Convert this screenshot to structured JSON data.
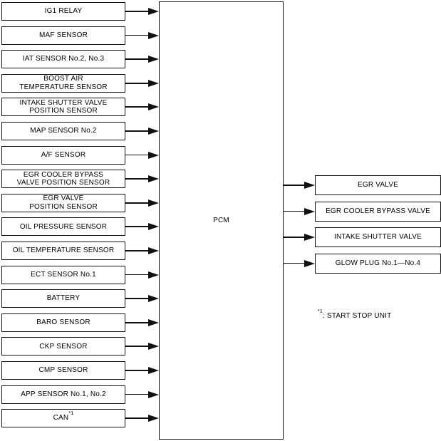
{
  "diagram": {
    "pcm_label": "PCM",
    "inputs": [
      {
        "label": "IG1 RELAY"
      },
      {
        "label": "MAF SENSOR"
      },
      {
        "label": "IAT SENSOR No.2, No.3"
      },
      {
        "label": "BOOST AIR\nTEMPERATURE SENSOR"
      },
      {
        "label": "INTAKE SHUTTER VALVE\nPOSITION SENSOR"
      },
      {
        "label": "MAP SENSOR No.2"
      },
      {
        "label": "A/F SENSOR"
      },
      {
        "label": "EGR COOLER BYPASS\nVALVE POSITION SENSOR"
      },
      {
        "label": "EGR VALVE\nPOSITION SENSOR"
      },
      {
        "label": "OIL PRESSURE SENSOR"
      },
      {
        "label": "OIL TEMPERATURE SENSOR"
      },
      {
        "label": "ECT SENSOR No.1"
      },
      {
        "label": "BATTERY"
      },
      {
        "label": "BARO SENSOR"
      },
      {
        "label": "CKP SENSOR"
      },
      {
        "label": "CMP SENSOR"
      },
      {
        "label": "APP SENSOR No.1, No.2"
      },
      {
        "label": "CAN",
        "sup": "*1"
      }
    ],
    "outputs": [
      {
        "label": "EGR VALVE"
      },
      {
        "label": "EGR COOLER BYPASS VALVE"
      },
      {
        "label": "INTAKE SHUTTER VALVE"
      },
      {
        "label": "GLOW PLUG No.1—No.4"
      }
    ],
    "note": {
      "sup": "*1",
      "text": ": START STOP UNIT"
    }
  },
  "colors": {
    "line": "#111111",
    "background": "#ffffff",
    "text": "#000000"
  }
}
